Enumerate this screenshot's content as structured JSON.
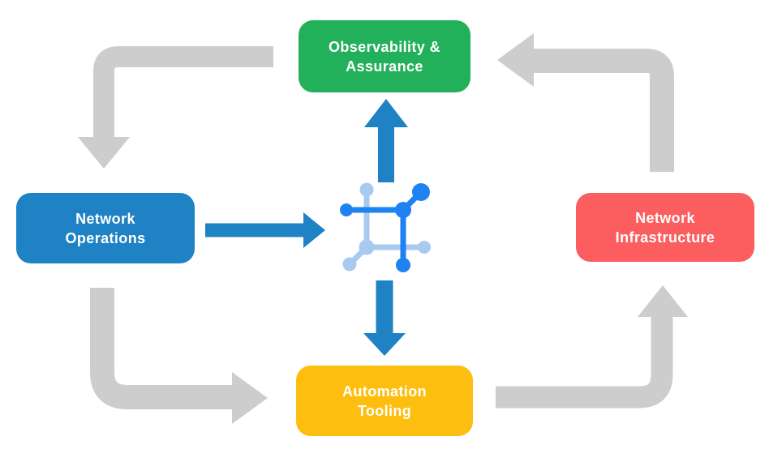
{
  "diagram": {
    "name": "network-automation-cycle",
    "nodes": {
      "observability": {
        "label": "Observability &\nAssurance"
      },
      "operations": {
        "label": "Network\nOperations"
      },
      "infrastructure": {
        "label": "Network\nInfrastructure"
      },
      "automation": {
        "label": "Automation\nTooling"
      }
    },
    "center_icon": "network-automation-icon",
    "flows": [
      {
        "from": "observability",
        "to": "operations",
        "style": "gray-elbow"
      },
      {
        "from": "operations",
        "to": "automation",
        "style": "gray-elbow"
      },
      {
        "from": "automation",
        "to": "infrastructure",
        "style": "gray-elbow"
      },
      {
        "from": "infrastructure",
        "to": "observability",
        "style": "gray-elbow"
      },
      {
        "from": "operations",
        "to": "center-icon",
        "style": "blue-straight"
      },
      {
        "from": "center-icon",
        "to": "observability",
        "style": "blue-straight"
      },
      {
        "from": "center-icon",
        "to": "automation",
        "style": "blue-straight"
      }
    ]
  },
  "colors": {
    "background": "#FFFFFF",
    "green": "#22B05A",
    "blue": "#1F82C4",
    "red": "#FC5D5F",
    "yellow": "#FEBE10",
    "gray": "#CDCDCD",
    "icon_dark": "#1E82F2",
    "icon_light": "#A8C9F0",
    "label_text": "#FFFFFF"
  }
}
